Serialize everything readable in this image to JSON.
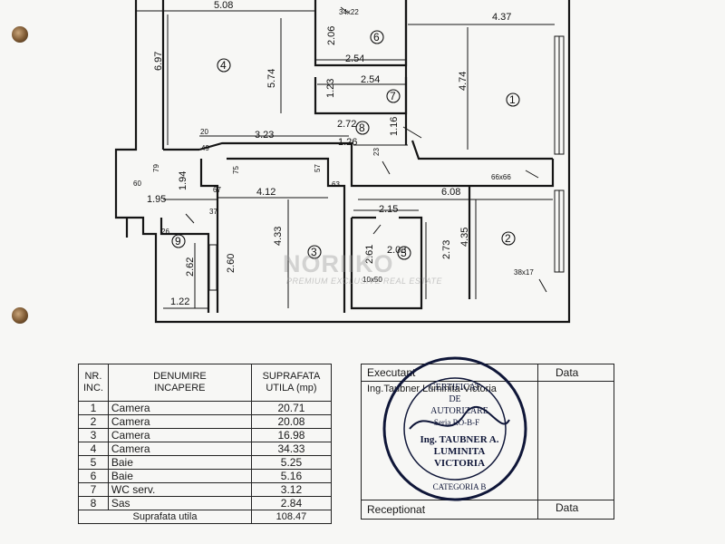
{
  "plan": {
    "dimensions": {
      "d_508": "5.08",
      "d_34x22": "34x22",
      "d_437": "4.37",
      "d_697": "6.97",
      "d_206": "2.06",
      "d_574": "5.74",
      "d_254a": "2.54",
      "d_474": "4.74",
      "d_254b": "2.54",
      "d_123": "1.23",
      "d_272": "2.72",
      "d_116": "1.16",
      "d_20": "20",
      "d_323": "3.23",
      "d_126": "1.26",
      "d_49": "49",
      "d_23": "23",
      "d_79": "79",
      "d_75": "75",
      "d_57": "57",
      "d_66x66": "66x66",
      "d_60": "60",
      "d_194": "1.94",
      "d_67": "67",
      "d_412": "4.12",
      "d_63": "63",
      "d_608": "6.08",
      "d_195": "1.95",
      "d_37": "37",
      "d_215": "2.15",
      "d_26": "26",
      "d_433": "4.33",
      "d_261": "2.61",
      "d_203": "2.03",
      "d_273": "2.73",
      "d_435": "4.35",
      "d_262": "2.62",
      "d_260": "2.60",
      "d_10x50": "10x50",
      "d_38x17": "38x17",
      "d_122": "1.22"
    },
    "room_numbers": {
      "r1": "1",
      "r2": "2",
      "r3": "3",
      "r4": "4",
      "r5": "5",
      "r6": "6",
      "r7": "7",
      "r8": "8",
      "r9": "9"
    }
  },
  "watermark": {
    "logo": "NORIIKO",
    "tagline": "PREMIUM EXCLUSIVE REAL ESTATE"
  },
  "area_table": {
    "headers": {
      "nr_line1": "NR.",
      "nr_line2": "INC.",
      "name_line1": "DENUMIRE",
      "name_line2": "INCAPERE",
      "area_line1": "SUPRAFATA",
      "area_line2": "UTILA (mp)"
    },
    "rows": [
      {
        "nr": "1",
        "name": "Camera",
        "area": "20.71"
      },
      {
        "nr": "2",
        "name": "Camera",
        "area": "20.08"
      },
      {
        "nr": "3",
        "name": "Camera",
        "area": "16.98"
      },
      {
        "nr": "4",
        "name": "Camera",
        "area": "34.33"
      },
      {
        "nr": "5",
        "name": "Baie",
        "area": "5.25"
      },
      {
        "nr": "6",
        "name": "Baie",
        "area": "5.16"
      },
      {
        "nr": "7",
        "name": "WC serv.",
        "area": "3.12"
      },
      {
        "nr": "8",
        "name": "Sas",
        "area": "2.84"
      }
    ],
    "total_label": "Suprafata utila",
    "total_value": "108.47"
  },
  "signature_box": {
    "executant_label": "Executant",
    "data_label_1": "Data",
    "executant_name": "Ing.Taubner Luminita-Victoria",
    "receptionat_label": "Receptionat",
    "data_label_2": "Data"
  },
  "stamp": {
    "line1": "CERTIFICAT",
    "line2": "DE",
    "line3": "AUTORIZARE",
    "line4": "Seria RO-B-F",
    "line5": "Ing. TAUBNER A.",
    "line6": "LUMINITA",
    "line7": "VICTORIA",
    "line8": "CATEGORIA B"
  }
}
